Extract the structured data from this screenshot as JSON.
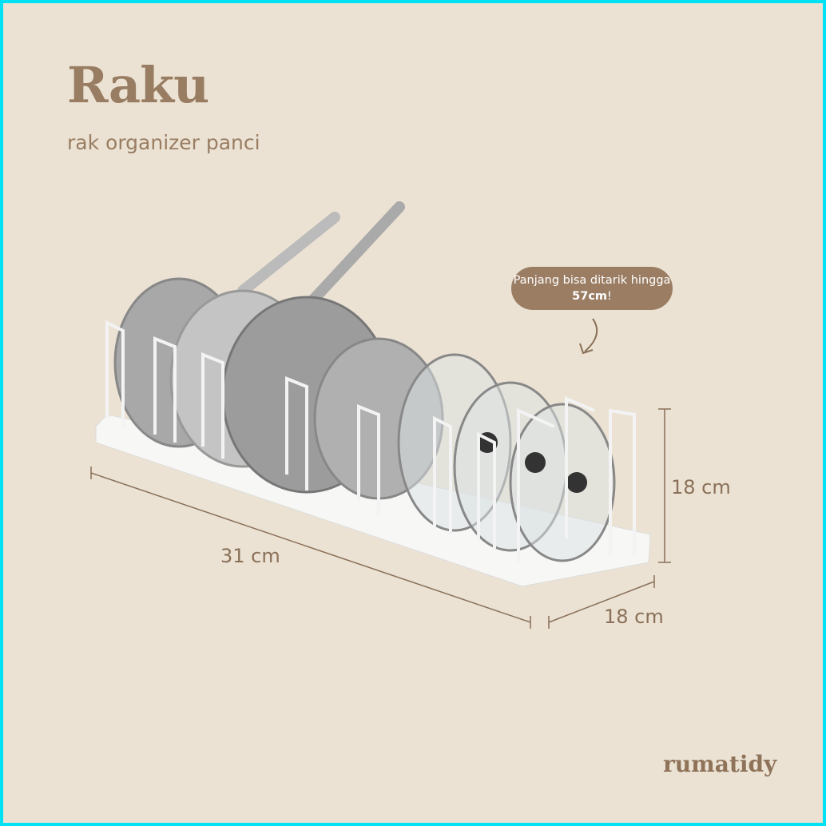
{
  "header": {
    "title": "Raku",
    "subtitle": "rak organizer panci"
  },
  "callout": {
    "text_prefix": "Panjang bisa ditarik hingga ",
    "text_bold": "57cm",
    "text_suffix": "!"
  },
  "dimensions": {
    "length": "31 cm",
    "height": "18 cm",
    "width": "18 cm"
  },
  "brand": "rumatidy",
  "colors": {
    "background": "#ebe2d3",
    "accent": "#9a7d63",
    "border": "#00e1f5"
  }
}
